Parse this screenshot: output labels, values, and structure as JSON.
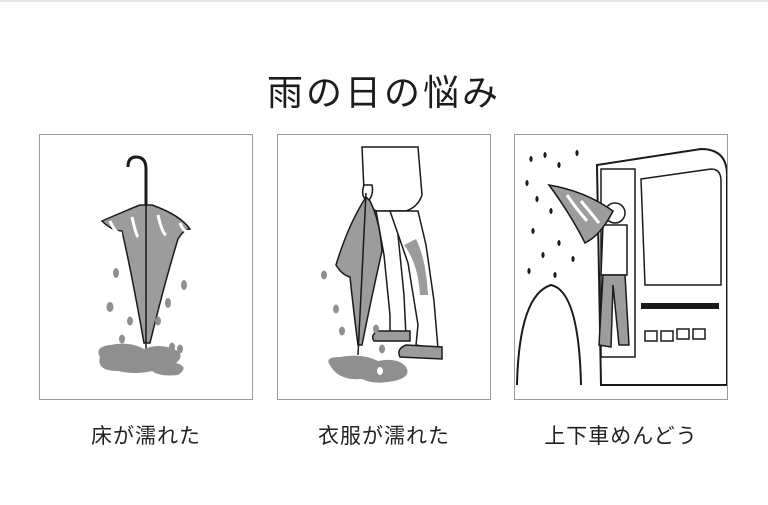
{
  "title": "雨の日の悩み",
  "panels": [
    {
      "caption": "床が濡れた",
      "illustration": "dripping-umbrella-puddle"
    },
    {
      "caption": "衣服が濡れた",
      "illustration": "wet-clothes-umbrella"
    },
    {
      "caption": "上下車めんどう",
      "illustration": "bus-boarding-umbrella"
    }
  ],
  "colors": {
    "line": "#1a1a1a",
    "fill": "#9c9c9c",
    "water": "#8f8f8f",
    "border": "#9a9a9a"
  }
}
